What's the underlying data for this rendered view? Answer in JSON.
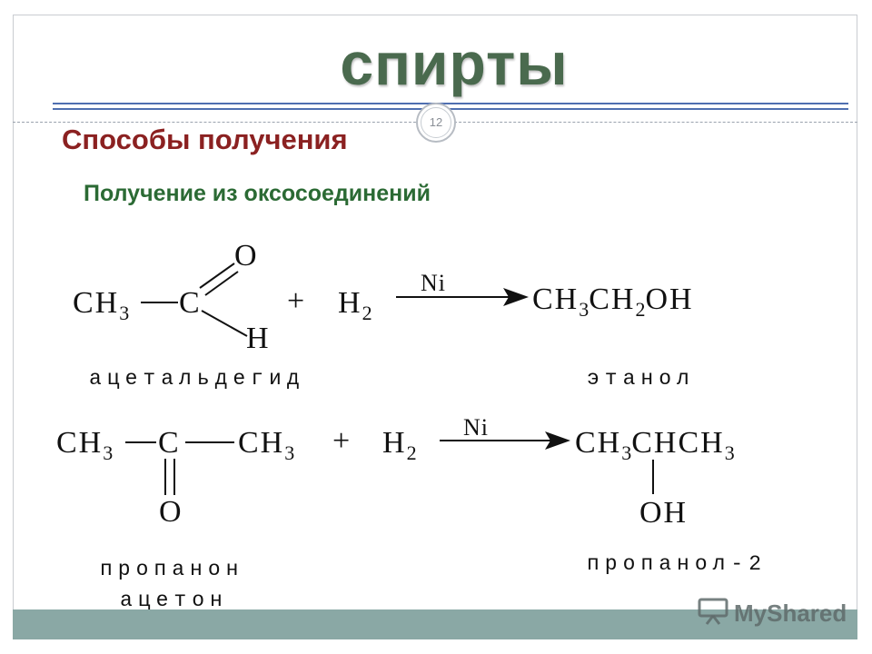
{
  "slide": {
    "title": "спирты",
    "page_number": "12",
    "subtitle": "Способы получения",
    "section": "Получение из оксосоединений"
  },
  "reaction1": {
    "reactant_ch3": "CH",
    "reactant_ch3_sub": "3",
    "carbon": "C",
    "oxygen": "O",
    "hydrogen": "H",
    "plus": "+",
    "h2": "H",
    "h2_sub": "2",
    "catalyst": "Ni",
    "product": [
      "CH",
      "3",
      "CH",
      "2",
      "OH"
    ],
    "reactant_name": "ацетальдегид",
    "product_name": "этанол"
  },
  "reaction2": {
    "left_ch3": "CH",
    "left_ch3_sub": "3",
    "carbon": "C",
    "right_ch3": "CH",
    "right_ch3_sub": "3",
    "oxygen": "O",
    "plus": "+",
    "h2": "H",
    "h2_sub": "2",
    "catalyst": "Ni",
    "product": [
      "CH",
      "3",
      "CHCH",
      "3"
    ],
    "product_oh": "OH",
    "reactant_name_1": "пропанон",
    "reactant_name_2": "ацетон",
    "product_name": "пропанол-2"
  },
  "footer": {
    "logo_text": "MyShared",
    "logo_icon": "presentation-board-icon",
    "bar_color": "#8aa8a5"
  },
  "colors": {
    "title": "#4a6a4e",
    "subtitle": "#8b2121",
    "section": "#2b6a34",
    "rule": "#4f6fb0"
  }
}
